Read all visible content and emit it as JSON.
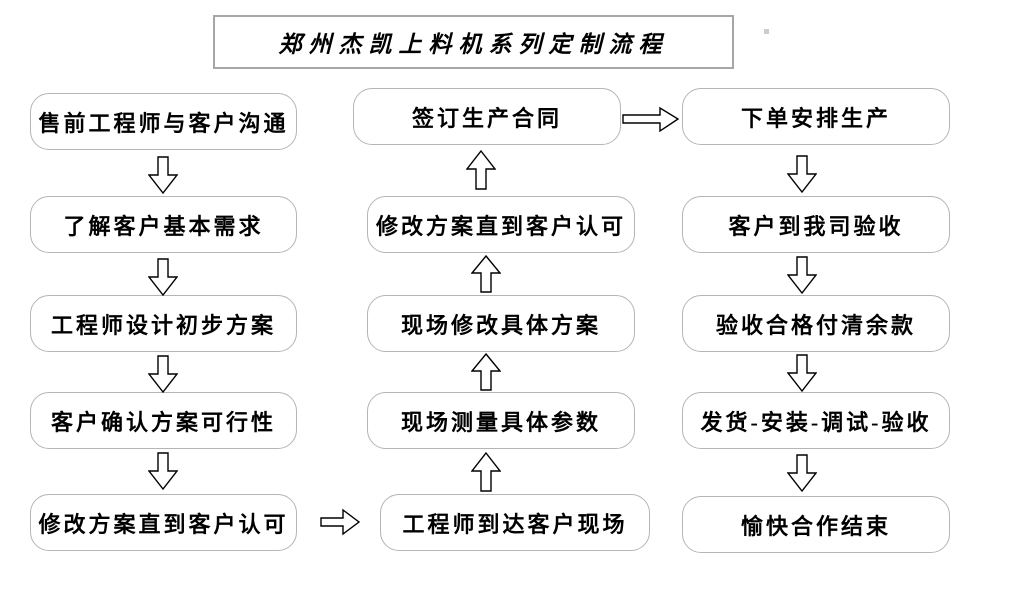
{
  "title": "郑州杰凯上料机系列定制流程",
  "flow": {
    "left": [
      "售前工程师与客户沟通",
      "了解客户基本需求",
      "工程师设计初步方案",
      "客户确认方案可行性",
      "修改方案直到客户认可"
    ],
    "middle": [
      "签订生产合同",
      "修改方案直到客户认可",
      "现场修改具体方案",
      "现场测量具体参数",
      "工程师到达客户现场"
    ],
    "right": [
      "下单安排生产",
      "客户到我司验收",
      "验收合格付清余款",
      "发货-安装-调试-验收",
      "愉快合作结束"
    ]
  },
  "colors": {
    "box_border": "#b5b5b5",
    "title_border": "#a6a6a6",
    "arrow_outline": "#000000",
    "text": "#000000",
    "background": "#ffffff"
  }
}
